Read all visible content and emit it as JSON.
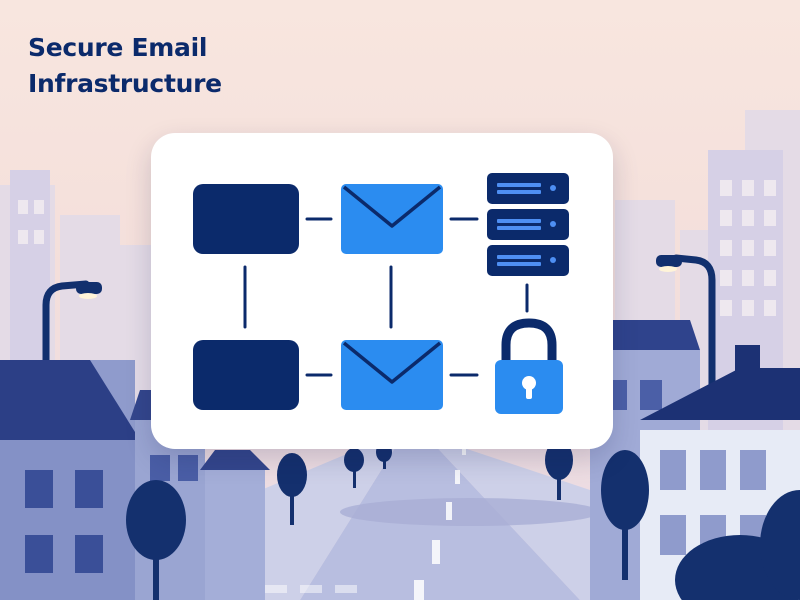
{
  "headline": {
    "line1": "Secure Email",
    "line2": "Infrastructure"
  },
  "colors": {
    "navy": "#0b2a6b",
    "blue": "#2c8cf0",
    "background": "#f8e6df",
    "buildings_far": "#dcd7e7",
    "buildings_near": "#7f8dc2",
    "road": "#b7bde0",
    "card": "#ffffff"
  },
  "diagram": {
    "nodes": [
      {
        "id": "device-1",
        "icon": "device-rect-icon",
        "color": "navy"
      },
      {
        "id": "mail-1",
        "icon": "envelope-icon",
        "color": "blue"
      },
      {
        "id": "server",
        "icon": "server-rack-icon",
        "color": "navy"
      },
      {
        "id": "device-2",
        "icon": "device-rect-icon",
        "color": "navy"
      },
      {
        "id": "mail-2",
        "icon": "envelope-icon",
        "color": "blue"
      },
      {
        "id": "lock",
        "icon": "padlock-icon",
        "color": "blue"
      }
    ]
  }
}
